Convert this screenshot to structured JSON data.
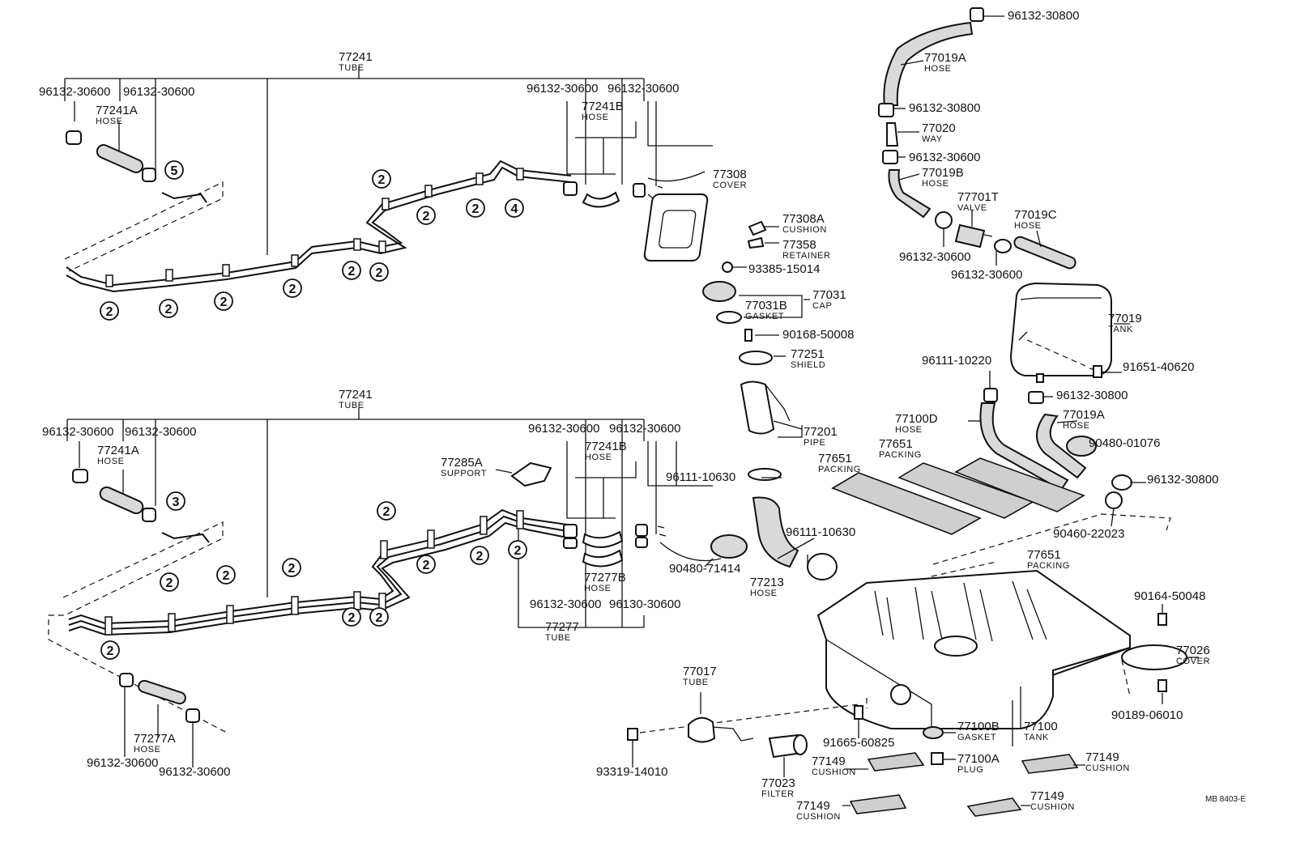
{
  "diagram_code": "MB 8403-E",
  "labels": [
    {
      "id": "l01",
      "num": "77241",
      "cap": "TUBE"
    },
    {
      "id": "l02",
      "num": "96132-30600"
    },
    {
      "id": "l03",
      "num": "96132-30600"
    },
    {
      "id": "l04",
      "num": "77241A",
      "cap": "HOSE"
    },
    {
      "id": "l05",
      "num": "96132-30600"
    },
    {
      "id": "l06",
      "num": "96132-30600"
    },
    {
      "id": "l07",
      "num": "77241B",
      "cap": "HOSE"
    },
    {
      "id": "l08",
      "num": "77308",
      "cap": "COVER"
    },
    {
      "id": "l09",
      "num": "77308A",
      "cap": "CUSHION"
    },
    {
      "id": "l10",
      "num": "77358",
      "cap": "RETAINER"
    },
    {
      "id": "l11",
      "num": "93385-15014"
    },
    {
      "id": "l12",
      "num": "77031",
      "cap": "CAP"
    },
    {
      "id": "l13",
      "num": "77031B",
      "cap": "GASKET"
    },
    {
      "id": "l14",
      "num": "90168-50008"
    },
    {
      "id": "l15",
      "num": "77251",
      "cap": "SHIELD"
    },
    {
      "id": "l16",
      "num": "77201",
      "cap": "PIPE"
    },
    {
      "id": "l17",
      "num": "96111-10630"
    },
    {
      "id": "l18",
      "num": "96111-10630"
    },
    {
      "id": "l19",
      "num": "77213",
      "cap": "HOSE"
    },
    {
      "id": "l20",
      "num": "90480-71414"
    },
    {
      "id": "l21",
      "num": "96132-30800"
    },
    {
      "id": "l22",
      "num": "77019A",
      "cap": "HOSE"
    },
    {
      "id": "l23",
      "num": "96132-30800"
    },
    {
      "id": "l24",
      "num": "77020",
      "cap": "WAY"
    },
    {
      "id": "l25",
      "num": "96132-30600"
    },
    {
      "id": "l26",
      "num": "77019B",
      "cap": "HOSE"
    },
    {
      "id": "l27",
      "num": "77701T",
      "cap": "VALVE"
    },
    {
      "id": "l28",
      "num": "77019C",
      "cap": "HOSE"
    },
    {
      "id": "l29",
      "num": "96132-30600"
    },
    {
      "id": "l30",
      "num": "96132-30600"
    },
    {
      "id": "l31",
      "num": "77019",
      "cap": "TANK"
    },
    {
      "id": "l32",
      "num": "91651-40620"
    },
    {
      "id": "l33",
      "num": "96111-10220"
    },
    {
      "id": "l34",
      "num": "96132-30800"
    },
    {
      "id": "l35",
      "num": "77100D",
      "cap": "HOSE"
    },
    {
      "id": "l36",
      "num": "77019A",
      "cap": "HOSE"
    },
    {
      "id": "l37",
      "num": "90480-01076"
    },
    {
      "id": "l38",
      "num": "77651",
      "cap": "PACKING"
    },
    {
      "id": "l39",
      "num": "77651",
      "cap": "PACKING"
    },
    {
      "id": "l40",
      "num": "96132-30800"
    },
    {
      "id": "l41",
      "num": "90460-22023"
    },
    {
      "id": "l42",
      "num": "77651",
      "cap": "PACKING"
    },
    {
      "id": "l43",
      "num": "90164-50048"
    },
    {
      "id": "l44",
      "num": "77026",
      "cap": "COVER"
    },
    {
      "id": "l45",
      "num": "90189-06010"
    },
    {
      "id": "l46",
      "num": "77241",
      "cap": "TUBE"
    },
    {
      "id": "l47",
      "num": "96132-30600"
    },
    {
      "id": "l48",
      "num": "96132-30600"
    },
    {
      "id": "l49",
      "num": "77241A",
      "cap": "HOSE"
    },
    {
      "id": "l50",
      "num": "77285A",
      "cap": "SUPPORT"
    },
    {
      "id": "l51",
      "num": "96132-30600"
    },
    {
      "id": "l52",
      "num": "96132-30600"
    },
    {
      "id": "l53",
      "num": "77241B",
      "cap": "HOSE"
    },
    {
      "id": "l54",
      "num": "77277B",
      "cap": "HOSE"
    },
    {
      "id": "l55",
      "num": "96132-30600"
    },
    {
      "id": "l56",
      "num": "96130-30600"
    },
    {
      "id": "l57",
      "num": "77277",
      "cap": "TUBE"
    },
    {
      "id": "l58",
      "num": "77277A",
      "cap": "HOSE"
    },
    {
      "id": "l59",
      "num": "96132-30600"
    },
    {
      "id": "l60",
      "num": "96132-30600"
    },
    {
      "id": "l61",
      "num": "77017",
      "cap": "TUBE"
    },
    {
      "id": "l62",
      "num": "93319-14010"
    },
    {
      "id": "l63",
      "num": "91665-60825"
    },
    {
      "id": "l64",
      "num": "77100B",
      "cap": "GASKET"
    },
    {
      "id": "l65",
      "num": "77100",
      "cap": "TANK"
    },
    {
      "id": "l66",
      "num": "77100A",
      "cap": "PLUG"
    },
    {
      "id": "l67",
      "num": "77149",
      "cap": "CUSHION"
    },
    {
      "id": "l68",
      "num": "77149",
      "cap": "CUSHION"
    },
    {
      "id": "l69",
      "num": "77023",
      "cap": "FILTER"
    },
    {
      "id": "l70",
      "num": "77149",
      "cap": "CUSHION"
    },
    {
      "id": "l71",
      "num": "77149",
      "cap": "CUSHION"
    }
  ],
  "callouts": [
    {
      "id": "c01",
      "n": "5"
    },
    {
      "id": "c02",
      "n": "2"
    },
    {
      "id": "c03",
      "n": "2"
    },
    {
      "id": "c04",
      "n": "2"
    },
    {
      "id": "c05",
      "n": "4"
    },
    {
      "id": "c06",
      "n": "2"
    },
    {
      "id": "c07",
      "n": "2"
    },
    {
      "id": "c08",
      "n": "2"
    },
    {
      "id": "c09",
      "n": "2"
    },
    {
      "id": "c10",
      "n": "2"
    },
    {
      "id": "c11",
      "n": "2"
    },
    {
      "id": "c12",
      "n": "2"
    },
    {
      "id": "c13",
      "n": "3"
    },
    {
      "id": "c14",
      "n": "2"
    },
    {
      "id": "c15",
      "n": "2"
    },
    {
      "id": "c16",
      "n": "2"
    },
    {
      "id": "c17",
      "n": "2"
    },
    {
      "id": "c18",
      "n": "2"
    },
    {
      "id": "c19",
      "n": "2"
    },
    {
      "id": "c20",
      "n": "2"
    },
    {
      "id": "c21",
      "n": "2"
    },
    {
      "id": "c22",
      "n": "2"
    },
    {
      "id": "c23",
      "n": "2"
    }
  ]
}
